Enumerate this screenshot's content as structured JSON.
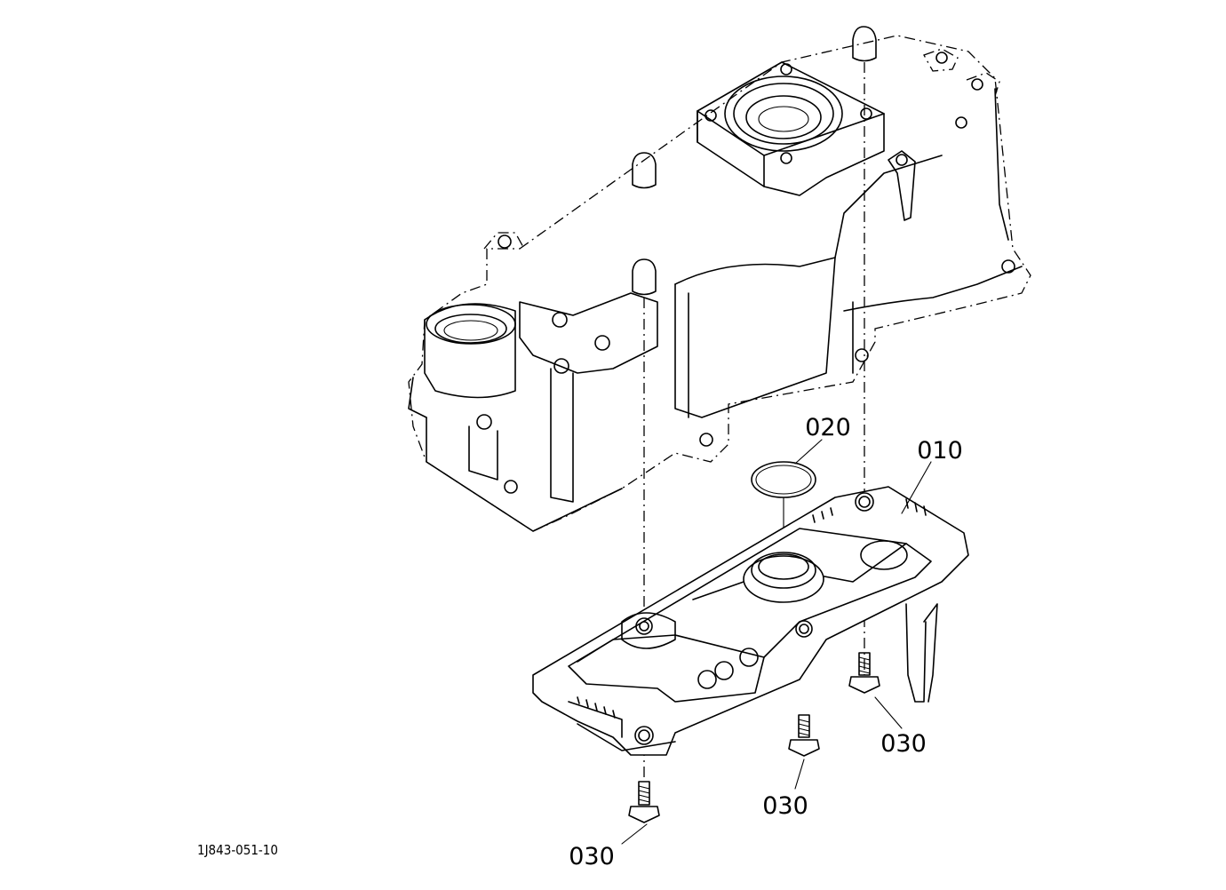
{
  "diagram": {
    "document_id": "1J843-051-10",
    "callouts": [
      {
        "id": "p010",
        "label": "010"
      },
      {
        "id": "p020",
        "label": "020"
      },
      {
        "id": "p030a",
        "label": "030"
      },
      {
        "id": "p030b",
        "label": "030"
      },
      {
        "id": "p030c",
        "label": "030"
      }
    ]
  }
}
